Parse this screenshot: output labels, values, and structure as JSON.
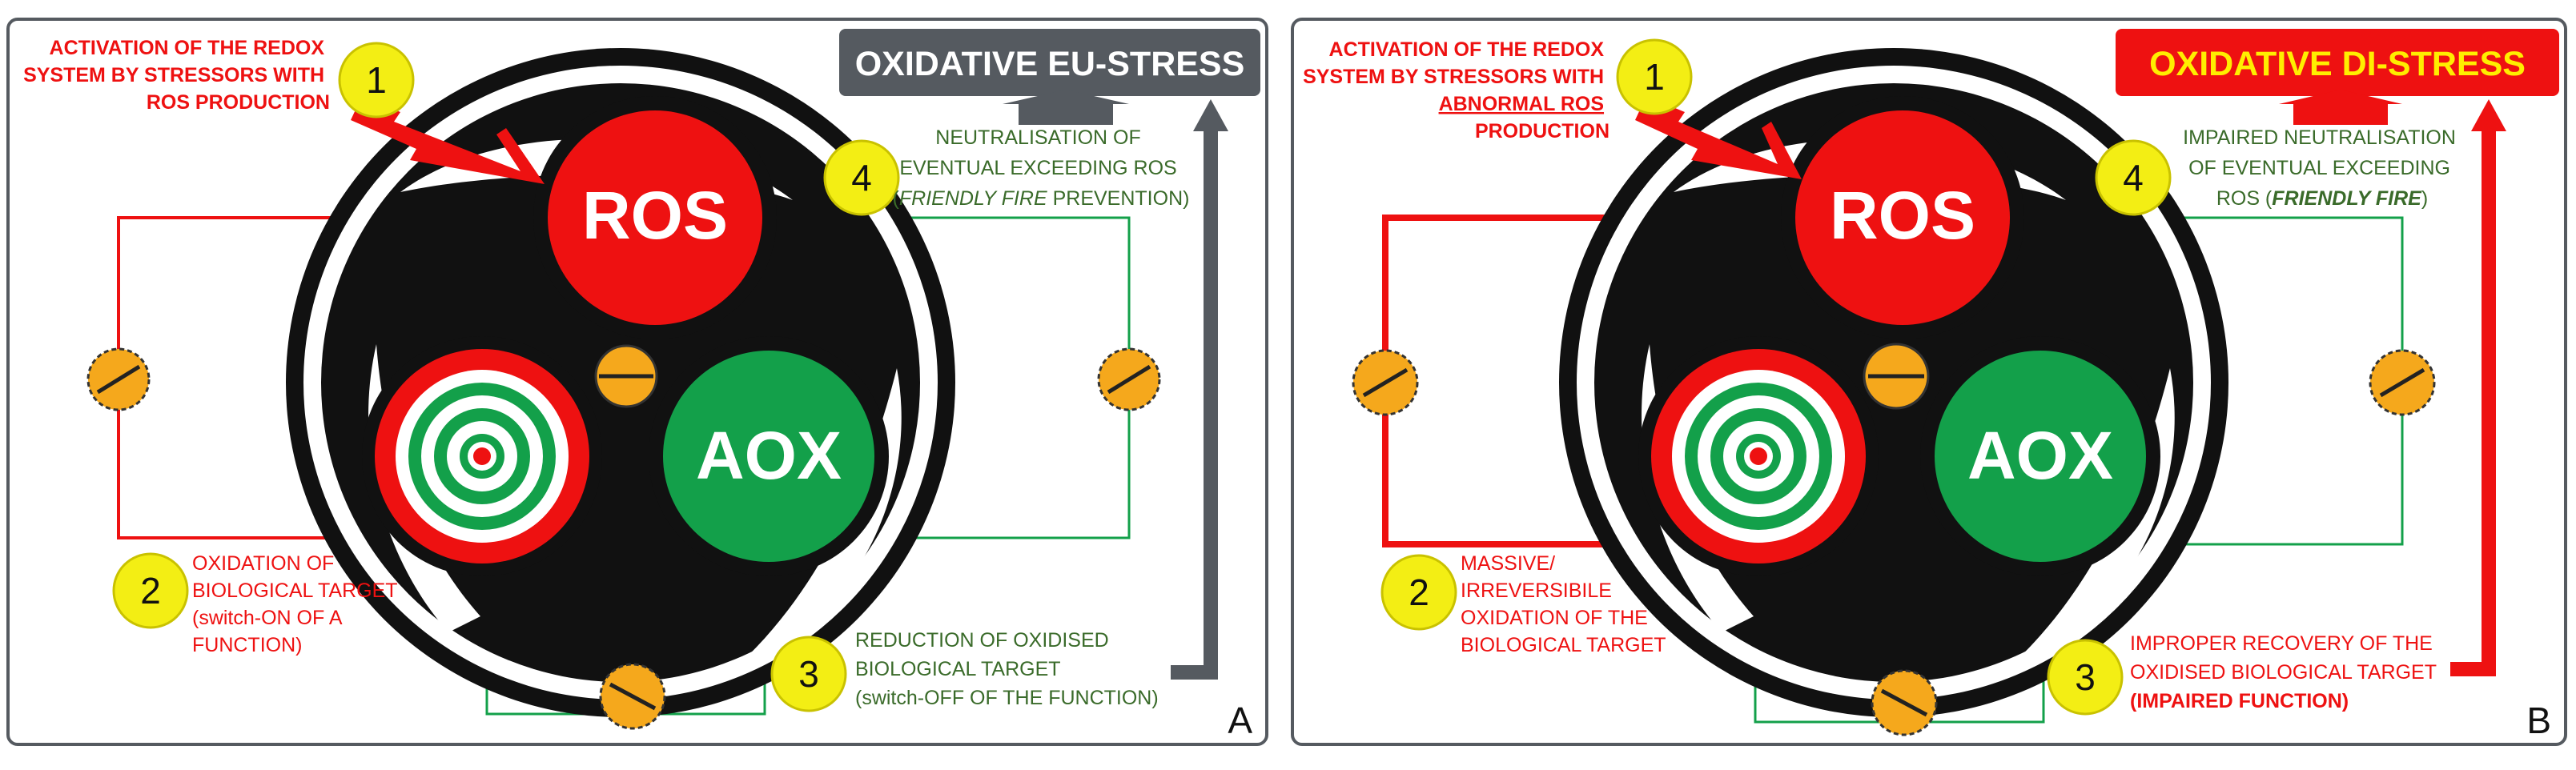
{
  "panels": [
    {
      "id": "A",
      "letter": "A",
      "title": "OXIDATIVE EU-STRESS",
      "node_ros": "ROS",
      "node_aox": "AOX",
      "steps": [
        {
          "num": "1",
          "lines": [
            "ACTIVATION OF THE REDOX",
            "SYSTEM BY STRESSORS WITH",
            "ROS PRODUCTION"
          ]
        },
        {
          "num": "2",
          "lines": [
            "OXIDATION OF",
            "BIOLOGICAL TARGET",
            "(switch-ON OF A",
            "FUNCTION)"
          ]
        },
        {
          "num": "3",
          "lines": [
            "REDUCTION OF OXIDISED",
            "BIOLOGICAL TARGET",
            "(switch-OFF OF THE FUNCTION)"
          ]
        },
        {
          "num": "4",
          "line1": "NEUTRALISATION OF",
          "line2": "EVENTUAL EXCEEDING ROS",
          "line3_open": "(",
          "line3_em": "FRIENDLY FIRE",
          "line3_rest": " PREVENTION)"
        }
      ],
      "colors": {
        "title_bg": "#555a60",
        "title_fg": "#ffffff",
        "arrow": "#555a60"
      }
    },
    {
      "id": "B",
      "letter": "B",
      "title": "OXIDATIVE DI-STRESS",
      "node_ros": "ROS",
      "node_aox": "AOX",
      "steps": [
        {
          "num": "1",
          "lines": [
            "ACTIVATION OF THE REDOX",
            "SYSTEM BY STRESSORS WITH",
            "ABNORMAL ROS",
            "PRODUCTION"
          ]
        },
        {
          "num": "2",
          "lines": [
            "MASSIVE/",
            "IRREVERSIBILE",
            "OXIDATION OF THE",
            "BIOLOGICAL TARGET"
          ]
        },
        {
          "num": "3",
          "line1": "IMPROPER RECOVERY OF THE",
          "line2": "OXIDISED BIOLOGICAL TARGET",
          "line3": "(IMPAIRED FUNCTION)"
        },
        {
          "num": "4",
          "line1": "IMPAIRED NEUTRALISATION",
          "line2": "OF EVENTUAL EXCEEDING",
          "line3_open": "ROS (",
          "line3_em": "FRIENDLY FIRE",
          "line3_rest": ")"
        }
      ],
      "colors": {
        "title_bg": "#ee1111",
        "title_fg": "#ffee00",
        "arrow": "#ee1111"
      }
    }
  ],
  "colors": {
    "red": "#ee1111",
    "green": "#13a04a",
    "dark_green": "#3a6b2a",
    "badge": "#f3ee14",
    "valve": "#f5a81c",
    "ring": "#111111",
    "frame": "#555a60"
  }
}
